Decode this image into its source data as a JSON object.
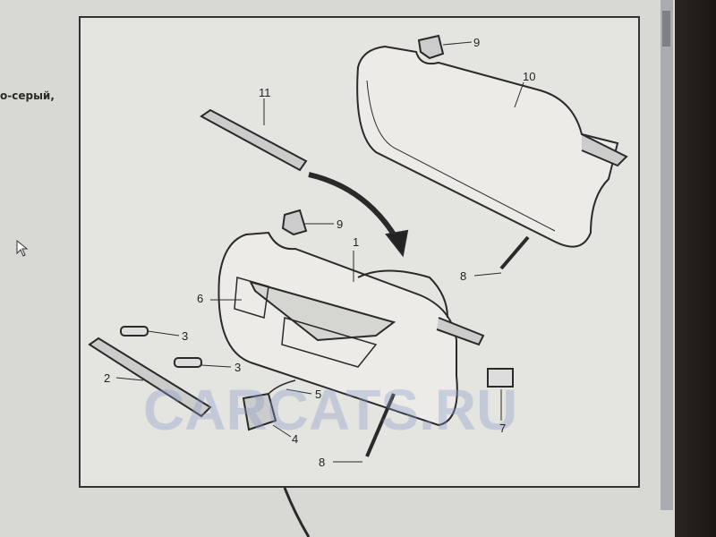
{
  "side_text": "о-серый,",
  "watermark": "CARCATS.RU",
  "callouts": {
    "c1": "1",
    "c2": "2",
    "c3a": "3",
    "c3b": "3",
    "c4": "4",
    "c5": "5",
    "c6": "6",
    "c7": "7",
    "c8a": "8",
    "c8b": "8",
    "c9a": "9",
    "c9b": "9",
    "c10": "10",
    "c11": "11"
  }
}
